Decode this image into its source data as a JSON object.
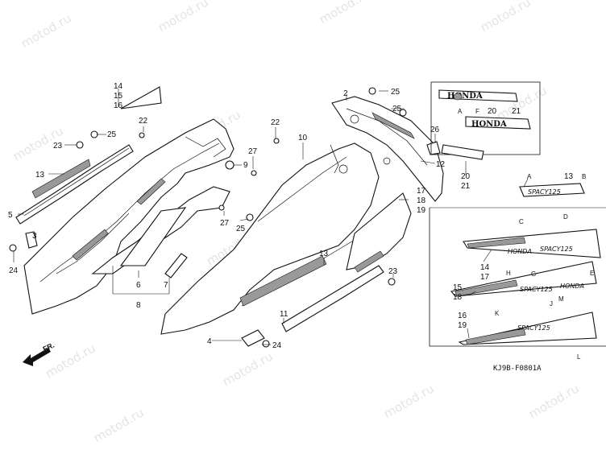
{
  "watermark": "motod.ru",
  "diagram_code": "KJ9B-F0801A",
  "direction_label": "FR.",
  "brand_wordmark": "HONDA",
  "model_wordmark": "SPACY125",
  "stripe_brand": "HONDA",
  "callouts": {
    "c1": "14",
    "c2": "15",
    "c3": "16",
    "c4": "25",
    "c5": "22",
    "c6": "23",
    "c7": "13",
    "c8": "5",
    "c9": "3",
    "c10": "24",
    "c11": "9",
    "c12": "27",
    "c13": "22",
    "c14": "10",
    "c15": "27",
    "c16": "25",
    "c17": "6",
    "c18": "7",
    "c19": "8",
    "c20": "2",
    "c21": "25",
    "c22": "25",
    "c23": "26",
    "c24": "12",
    "c25": "17",
    "c26": "18",
    "c27": "19",
    "c28": "13",
    "c29": "23",
    "c30": "11",
    "c31": "4",
    "c32": "24",
    "c33": "20",
    "c34": "21",
    "c35": "20",
    "c36": "21",
    "c37": "13",
    "c38": "14",
    "c39": "17",
    "c40": "15",
    "c41": "18",
    "c42": "16",
    "c43": "19"
  },
  "letters": {
    "a1": "A",
    "f1": "F",
    "a2": "A",
    "b1": "B",
    "c1": "C",
    "d1": "D",
    "e1": "E",
    "h1": "H",
    "g1": "G",
    "j1": "J",
    "m1": "M",
    "k1": "K",
    "l1": "L"
  }
}
